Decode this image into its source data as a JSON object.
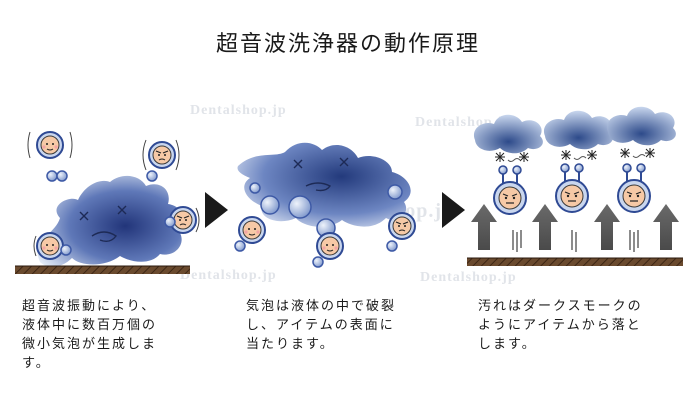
{
  "title": "超音波洗浄器の動作原理",
  "watermarks": [
    "Dentalshop.jp",
    "Dentalshop.jp",
    "dentalshop.jp",
    "Dentalshop.jp",
    "Dentalshop.jp"
  ],
  "captions": [
    [
      "超音波振動により、",
      "液体中に数百万個の",
      "微小気泡が生成しま",
      "す。"
    ],
    [
      "気泡は液体の中で破裂",
      "し、アイテムの表面に",
      "当たります。"
    ],
    [
      "汚れはダークスモークの",
      "ようにアイテムから落と",
      "します。"
    ]
  ],
  "colors": {
    "splash_dark": "#24367a",
    "splash_light": "#dfe8f5",
    "bubble_ring": "#3e5aa6",
    "face": "#f6c9a6",
    "ground": "#5a3a22",
    "arrow": "#5b5b5b",
    "dust": "#7a7a7a"
  },
  "icons": [
    "big-splash-face",
    "bubble-creature",
    "arrow-right-icon",
    "upward-arrow-icon",
    "dirt-cloud",
    "spark-icon"
  ]
}
